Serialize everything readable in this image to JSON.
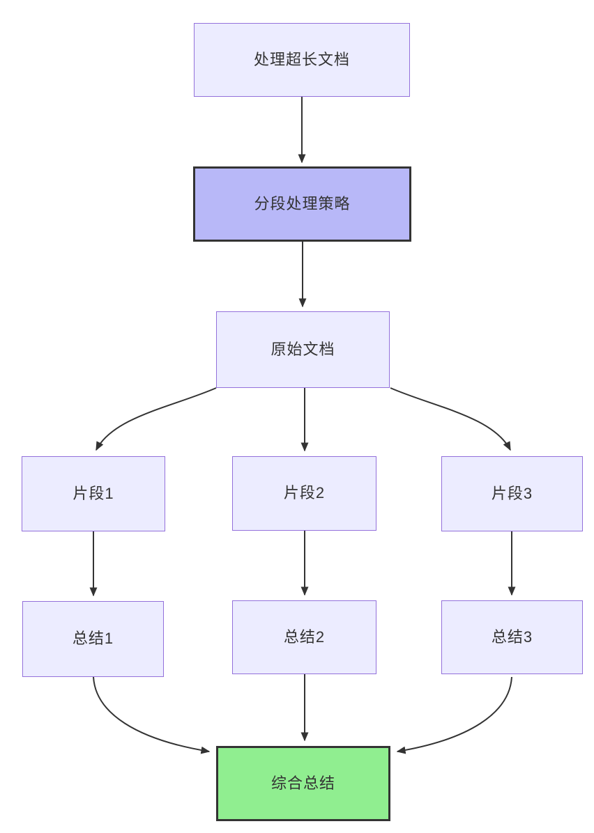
{
  "diagram": {
    "type": "flowchart",
    "direction": "top-down",
    "nodes": [
      {
        "id": "A",
        "label": "处理超长文档",
        "style": "default"
      },
      {
        "id": "B",
        "label": "分段处理策略",
        "style": "highlight-purple"
      },
      {
        "id": "C",
        "label": "原始文档",
        "style": "default"
      },
      {
        "id": "D1",
        "label": "片段1",
        "style": "default"
      },
      {
        "id": "D2",
        "label": "片段2",
        "style": "default"
      },
      {
        "id": "D3",
        "label": "片段3",
        "style": "default"
      },
      {
        "id": "E1",
        "label": "总结1",
        "style": "default"
      },
      {
        "id": "E2",
        "label": "总结2",
        "style": "default"
      },
      {
        "id": "E3",
        "label": "总结3",
        "style": "default"
      },
      {
        "id": "F",
        "label": "综合总结",
        "style": "highlight-green"
      }
    ],
    "edges": [
      {
        "from": "A",
        "to": "B"
      },
      {
        "from": "B",
        "to": "C"
      },
      {
        "from": "C",
        "to": "D1"
      },
      {
        "from": "C",
        "to": "D2"
      },
      {
        "from": "C",
        "to": "D3"
      },
      {
        "from": "D1",
        "to": "E1"
      },
      {
        "from": "D2",
        "to": "E2"
      },
      {
        "from": "D3",
        "to": "E3"
      },
      {
        "from": "E1",
        "to": "F"
      },
      {
        "from": "E2",
        "to": "F"
      },
      {
        "from": "E3",
        "to": "F"
      }
    ],
    "colors": {
      "node_fill": "#ECECFF",
      "node_border": "#9370DB",
      "highlight_purple_fill": "#B8B8F8",
      "highlight_green_fill": "#90EE90",
      "highlight_border": "#333333",
      "edge": "#333333",
      "text": "#333333"
    }
  }
}
